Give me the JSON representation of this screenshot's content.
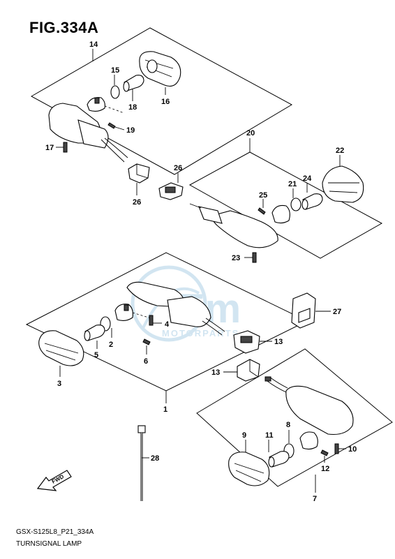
{
  "header": {
    "figure_title": "FIG.334A"
  },
  "footer": {
    "code": "GSX-S125L8_P21_334A",
    "caption": "TURNSIGNAL LAMP"
  },
  "watermark": {
    "line1": "Em",
    "line2": "MOTORPARTS"
  },
  "direction_arrow": {
    "label": "FWD"
  },
  "callouts": {
    "c1": "1",
    "c2": "2",
    "c3": "3",
    "c4": "4",
    "c5": "5",
    "c6": "6",
    "c7": "7",
    "c8": "8",
    "c9": "9",
    "c10": "10",
    "c11": "11",
    "c12": "12",
    "c13a": "13",
    "c13b": "13",
    "c14": "14",
    "c15": "15",
    "c16": "16",
    "c17": "17",
    "c18": "18",
    "c19": "19",
    "c20": "20",
    "c21": "21",
    "c22": "22",
    "c23": "23",
    "c24": "24",
    "c25": "25",
    "c26a": "26",
    "c26b": "26",
    "c27": "27",
    "c28": "28"
  }
}
